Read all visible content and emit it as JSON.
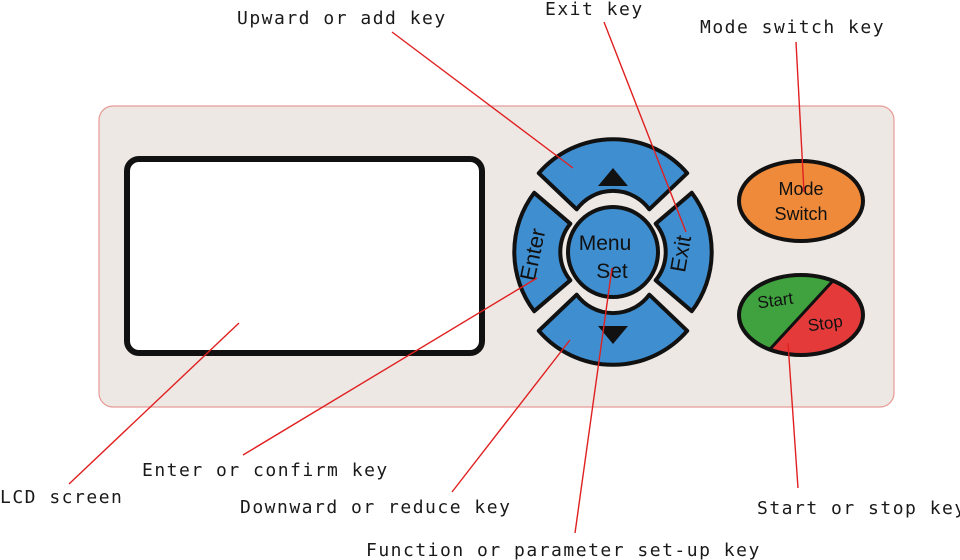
{
  "keys": {
    "menu_line1": "Menu",
    "menu_line2": "Set",
    "enter": "Enter",
    "exit": "Exit",
    "mode_line1": "Mode",
    "mode_line2": "Switch",
    "start": "Start",
    "stop": "Stop"
  },
  "labels": {
    "up": "Upward or add key",
    "exit": "Exit key",
    "mode": "Mode switch key",
    "lcd": "LCD screen",
    "enter": "Enter or confirm key",
    "down": "Downward or reduce key",
    "start_stop": "Start or stop key",
    "menu": "Function or parameter set-up key"
  },
  "colors": {
    "panel": "#ede8e4",
    "panel_border": "#e89a96",
    "blue_key": "#3f8ed0",
    "mode_key": "#ee8a3a",
    "start_key": "#3fa23f",
    "stop_key": "#e43a3a",
    "leader": "#e02020"
  }
}
